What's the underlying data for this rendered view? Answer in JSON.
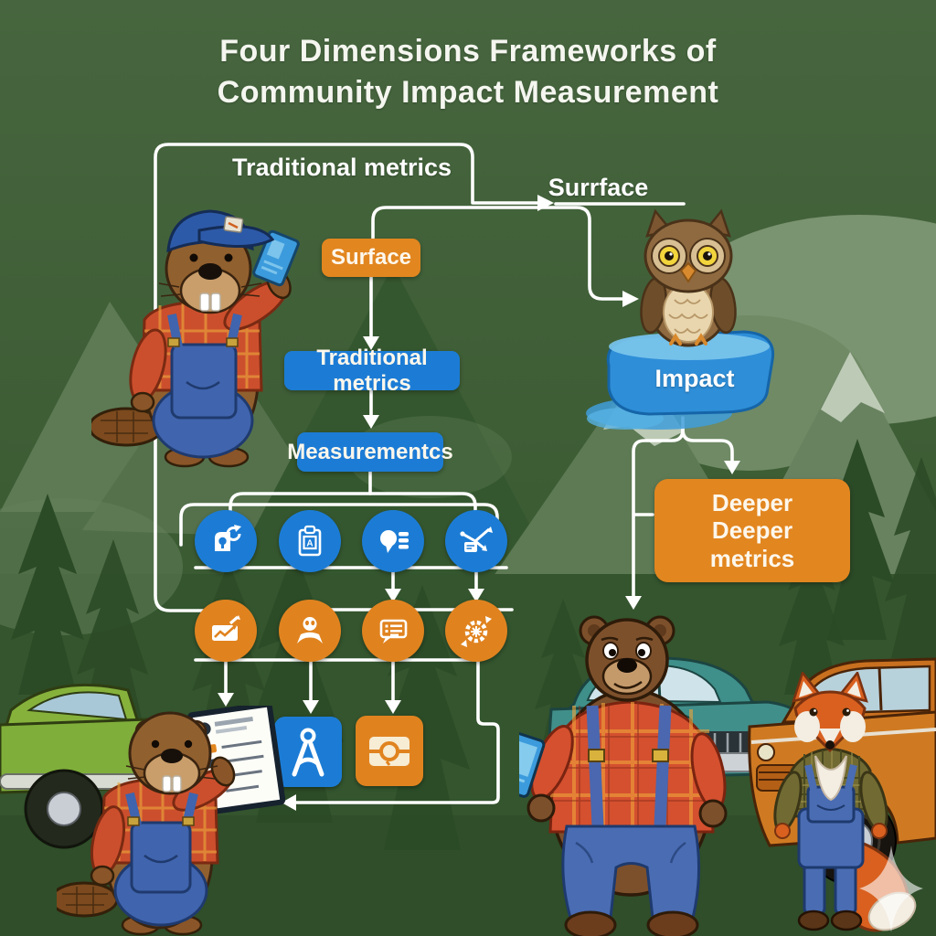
{
  "title": {
    "line1": "Four Dimensions Frameworks of",
    "line2": "Community Impact Measurement"
  },
  "flow": {
    "top_left_label": "Traditional metrics",
    "top_right_label": "Surrface",
    "surface_box": "Surface",
    "traditional_metrics_box": "Traditional metrics",
    "measurements_box": "Measurementcs",
    "impact_label": "Impact",
    "deeper_box": {
      "line1": "Deeper",
      "line2": "Deeper",
      "line3": "metrics"
    }
  },
  "icons": {
    "blue_row": [
      "vault-lock-icon",
      "clipboard-icon",
      "speech-bubble-icon",
      "share-network-icon"
    ],
    "orange_row": [
      "trend-chart-icon",
      "person-icon",
      "feedback-list-icon",
      "gear-sync-icon"
    ],
    "bottom_squares": [
      "person-figure-icon",
      "card-scan-icon"
    ]
  },
  "characters": [
    "beaver-with-card",
    "beaver-with-clipboard",
    "owl-on-ice-block",
    "bear-with-phone",
    "fox-lumberjack"
  ],
  "scene": {
    "vehicles": [
      "green-car",
      "teal-car",
      "orange-car"
    ],
    "setting": "forest with mountains and pine trees"
  },
  "colors": {
    "background_green": "#42633C",
    "accent_orange": "#E2861F",
    "accent_blue": "#1C7CD5",
    "line_white": "#FFFFFF"
  }
}
